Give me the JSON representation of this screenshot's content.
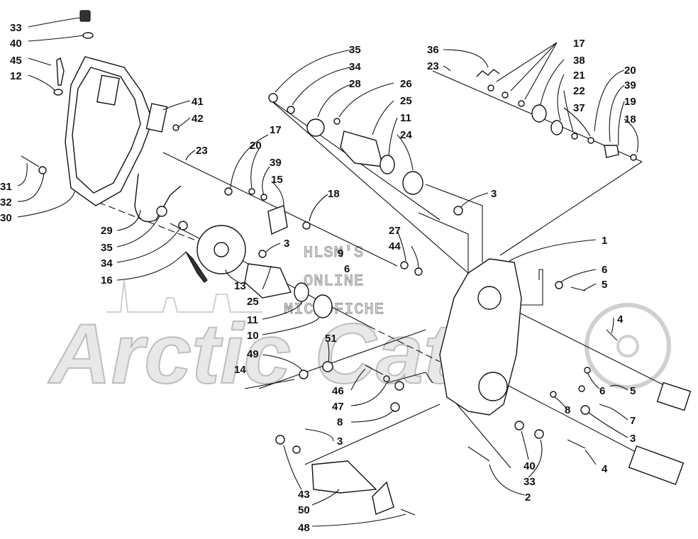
{
  "watermark": {
    "line1": "HLSM'S",
    "line2": "ONLINE",
    "line3": "MICROFICHE",
    "logo": "Arctic Cat"
  },
  "callouts": [
    {
      "id": "c-33a",
      "label": "33"
    },
    {
      "id": "c-40a",
      "label": "40"
    },
    {
      "id": "c-45",
      "label": "45"
    },
    {
      "id": "c-12",
      "label": "12"
    },
    {
      "id": "c-31",
      "label": "31"
    },
    {
      "id": "c-32",
      "label": "32"
    },
    {
      "id": "c-30",
      "label": "30"
    },
    {
      "id": "c-41",
      "label": "41"
    },
    {
      "id": "c-42",
      "label": "42"
    },
    {
      "id": "c-23a",
      "label": "23"
    },
    {
      "id": "c-29",
      "label": "29"
    },
    {
      "id": "c-35a",
      "label": "35"
    },
    {
      "id": "c-34a",
      "label": "34"
    },
    {
      "id": "c-16",
      "label": "16"
    },
    {
      "id": "c-13",
      "label": "13"
    },
    {
      "id": "c-17a",
      "label": "17"
    },
    {
      "id": "c-20a",
      "label": "20"
    },
    {
      "id": "c-39a",
      "label": "39"
    },
    {
      "id": "c-15",
      "label": "15"
    },
    {
      "id": "c-18a",
      "label": "18"
    },
    {
      "id": "c-3a",
      "label": "3"
    },
    {
      "id": "c-9",
      "label": "9"
    },
    {
      "id": "c-6a",
      "label": "6"
    },
    {
      "id": "c-25a",
      "label": "25"
    },
    {
      "id": "c-11a",
      "label": "11"
    },
    {
      "id": "c-10",
      "label": "10"
    },
    {
      "id": "c-49",
      "label": "49"
    },
    {
      "id": "c-51",
      "label": "51"
    },
    {
      "id": "c-14",
      "label": "14"
    },
    {
      "id": "c-35b",
      "label": "35"
    },
    {
      "id": "c-34b",
      "label": "34"
    },
    {
      "id": "c-28",
      "label": "28"
    },
    {
      "id": "c-26",
      "label": "26"
    },
    {
      "id": "c-25b",
      "label": "25"
    },
    {
      "id": "c-11b",
      "label": "11"
    },
    {
      "id": "c-24",
      "label": "24"
    },
    {
      "id": "c-36",
      "label": "36"
    },
    {
      "id": "c-23b",
      "label": "23"
    },
    {
      "id": "c-17b",
      "label": "17"
    },
    {
      "id": "c-38",
      "label": "38"
    },
    {
      "id": "c-21",
      "label": "21"
    },
    {
      "id": "c-22",
      "label": "22"
    },
    {
      "id": "c-37",
      "label": "37"
    },
    {
      "id": "c-20b",
      "label": "20"
    },
    {
      "id": "c-39b",
      "label": "39"
    },
    {
      "id": "c-19",
      "label": "19"
    },
    {
      "id": "c-18b",
      "label": "18"
    },
    {
      "id": "c-3b",
      "label": "3"
    },
    {
      "id": "c-1",
      "label": "1"
    },
    {
      "id": "c-27",
      "label": "27"
    },
    {
      "id": "c-44",
      "label": "44"
    },
    {
      "id": "c-6b",
      "label": "6"
    },
    {
      "id": "c-5a",
      "label": "5"
    },
    {
      "id": "c-4a",
      "label": "4"
    },
    {
      "id": "c-6c",
      "label": "6"
    },
    {
      "id": "c-5b",
      "label": "5"
    },
    {
      "id": "c-7",
      "label": "7"
    },
    {
      "id": "c-3c",
      "label": "3"
    },
    {
      "id": "c-8a",
      "label": "8"
    },
    {
      "id": "c-46",
      "label": "46"
    },
    {
      "id": "c-47",
      "label": "47"
    },
    {
      "id": "c-8b",
      "label": "8"
    },
    {
      "id": "c-3d",
      "label": "3"
    },
    {
      "id": "c-40b",
      "label": "40"
    },
    {
      "id": "c-33b",
      "label": "33"
    },
    {
      "id": "c-4b",
      "label": "4"
    },
    {
      "id": "c-2",
      "label": "2"
    },
    {
      "id": "c-43",
      "label": "43"
    },
    {
      "id": "c-50",
      "label": "50"
    },
    {
      "id": "c-48",
      "label": "48"
    }
  ]
}
